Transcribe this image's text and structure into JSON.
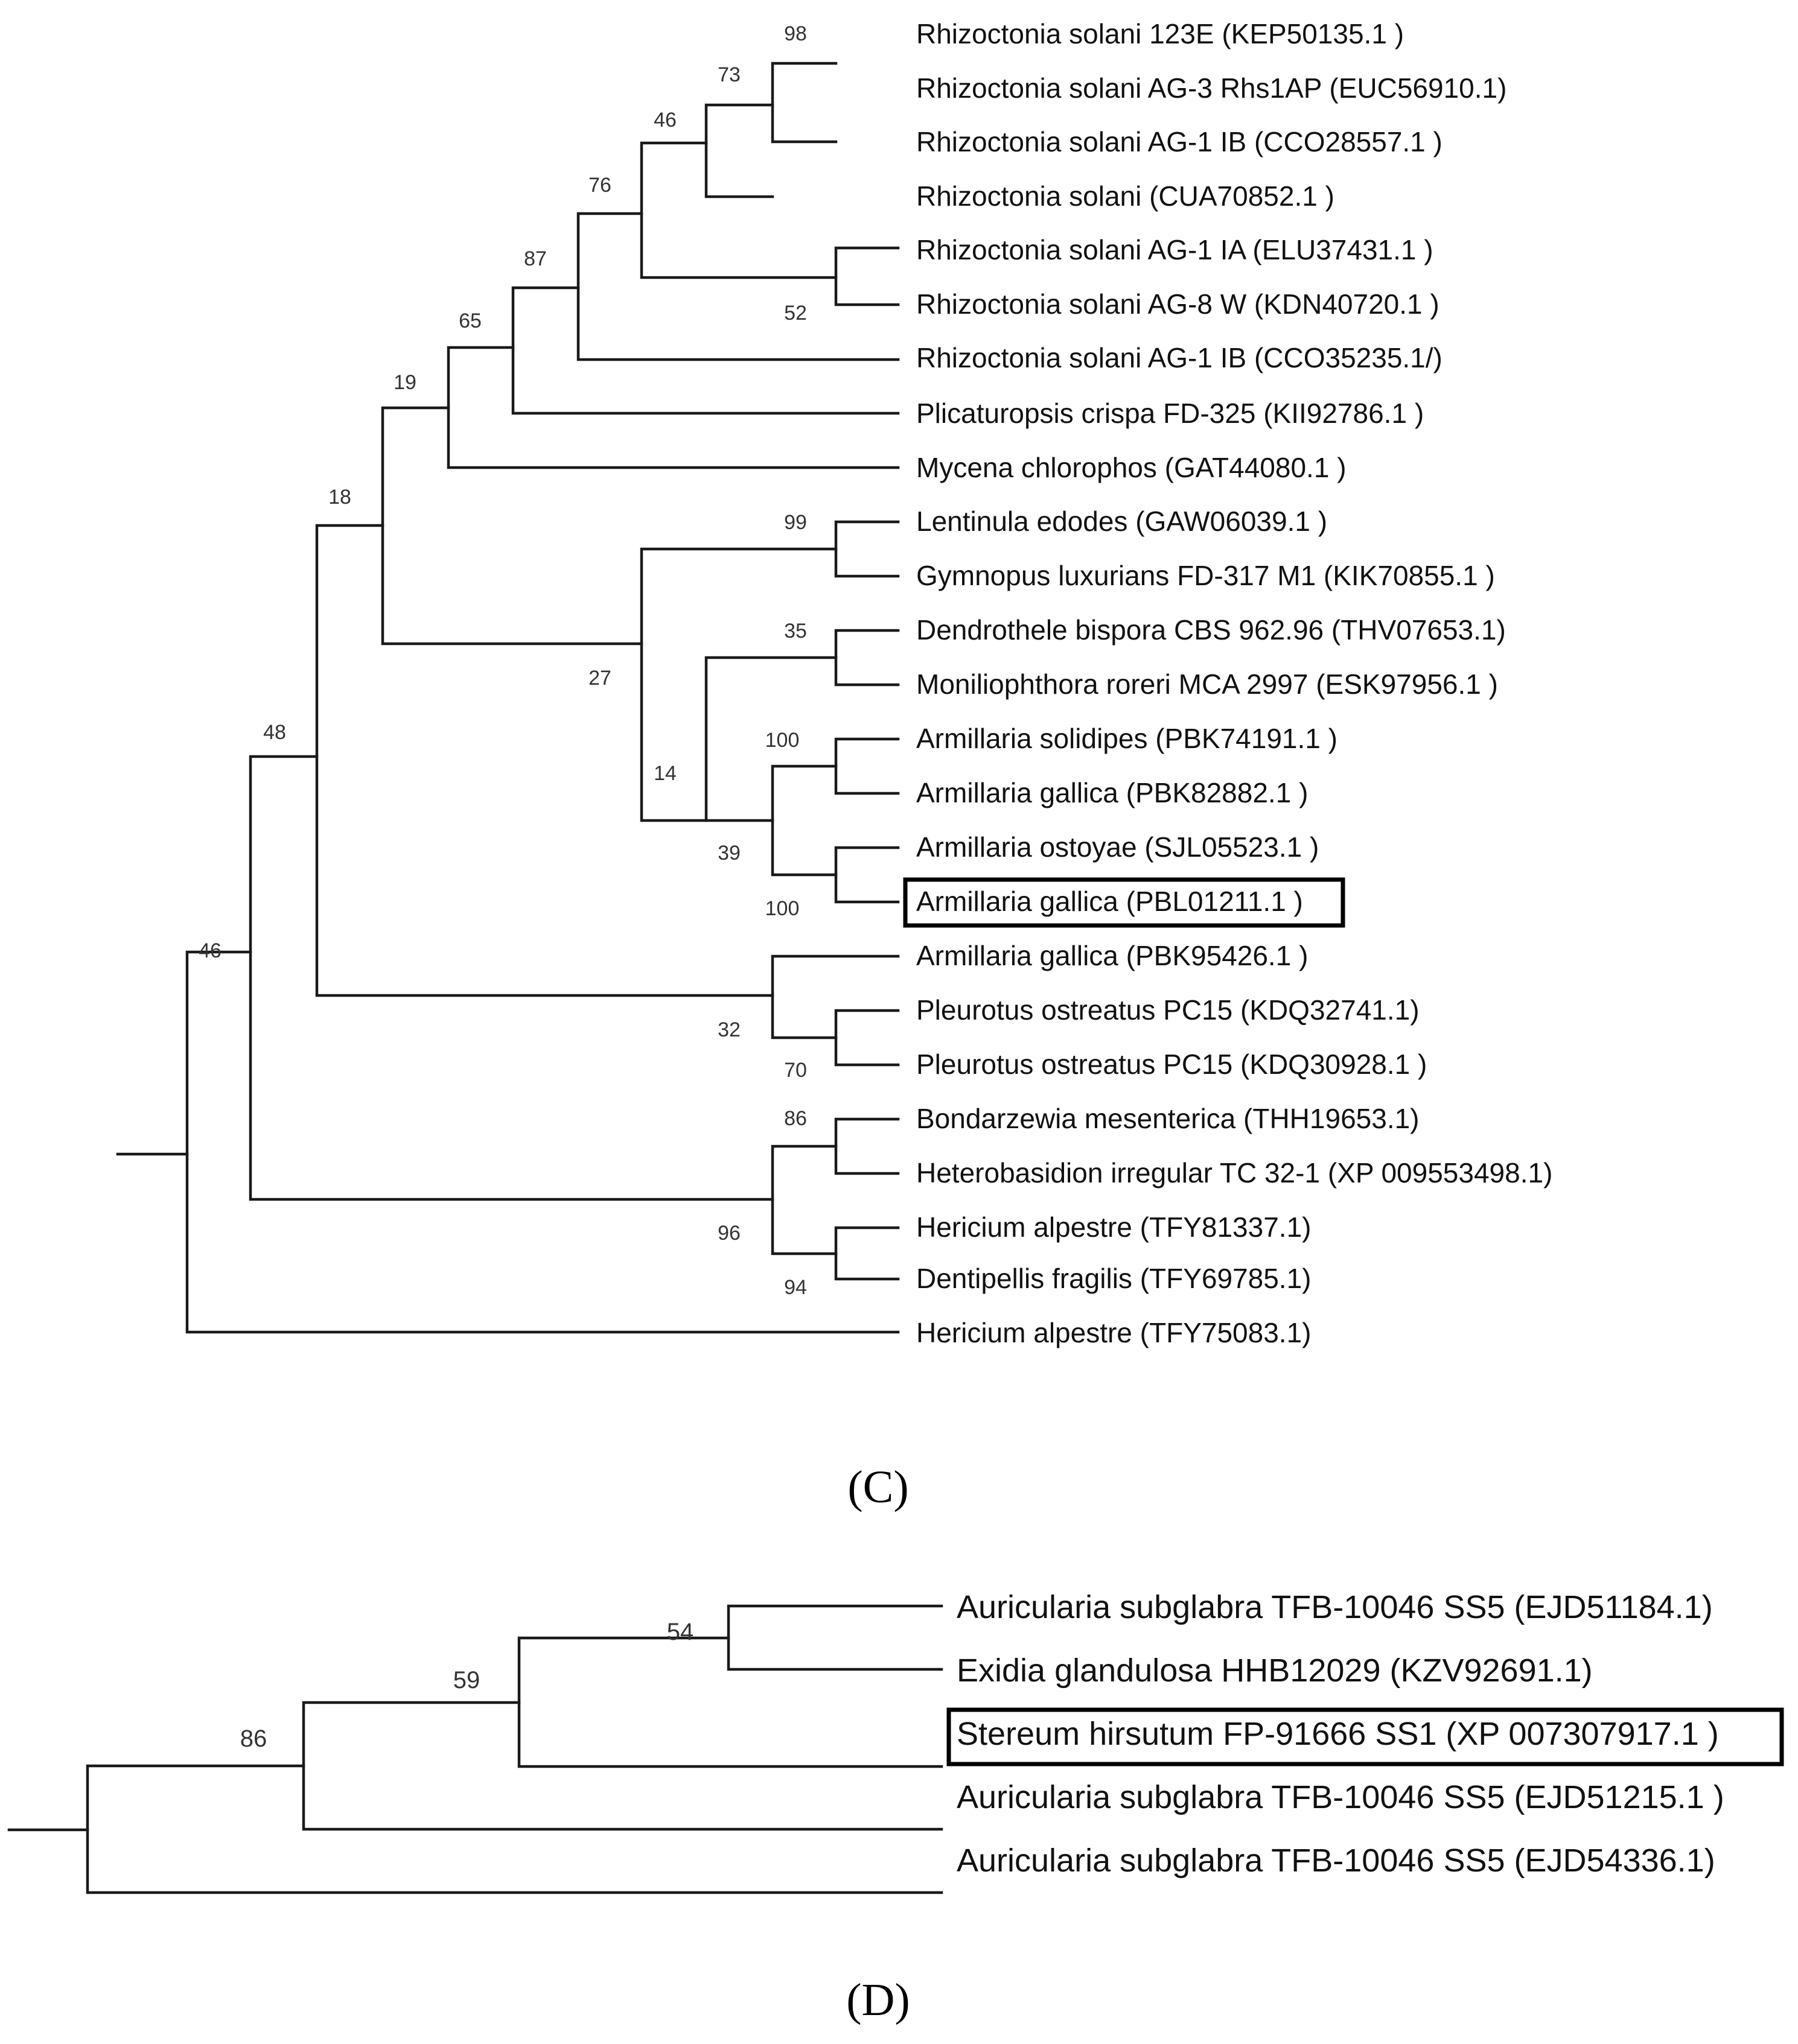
{
  "panels": [
    {
      "label": "(C)",
      "leaves": [
        "Rhizoctonia solani 123E (KEP50135.1 )",
        "Rhizoctonia solani AG-3 Rhs1AP (EUC56910.1)",
        "Rhizoctonia solani AG-1 IB (CCO28557.1 )",
        "Rhizoctonia solani (CUA70852.1 )",
        "Rhizoctonia solani AG-1 IA (ELU37431.1 )",
        "Rhizoctonia solani AG-8 W (KDN40720.1 )",
        "Rhizoctonia solani AG-1 IB (CCO35235.1/)",
        "Plicaturopsis crispa FD-325 (KII92786.1 )",
        "Mycena chlorophos (GAT44080.1 )",
        "Lentinula edodes (GAW06039.1 )",
        "Gymnopus luxurians FD-317 M1 (KIK70855.1 )",
        "Dendrothele bispora CBS 962.96 (THV07653.1)",
        "Moniliophthora roreri MCA 2997 (ESK97956.1 )",
        "Armillaria solidipes (PBK74191.1 )",
        "Armillaria gallica (PBK82882.1 )",
        "Armillaria ostoyae (SJL05523.1 )",
        "Armillaria gallica (PBL01211.1 )",
        "Armillaria gallica (PBK95426.1 )",
        "Pleurotus ostreatus PC15 (KDQ32741.1)",
        "Pleurotus ostreatus PC15 (KDQ30928.1 )",
        "Bondarzewia mesenterica (THH19653.1)",
        "Heterobasidion irregular TC 32-1 (XP 009553498.1)",
        "Hericium alpestre (TFY81337.1)",
        "Dentipellis fragilis (TFY69785.1)",
        "Hericium alpestre (TFY75083.1)"
      ],
      "highlighted_leaf": 16,
      "bootstrap": [
        "98",
        "73",
        "46",
        "76",
        "52",
        "87",
        "65",
        "19",
        "18",
        "99",
        "35",
        "27",
        "14",
        "100",
        "39",
        "100",
        "48",
        "32",
        "70",
        "86",
        "96",
        "94",
        "46"
      ],
      "newick": "((((((((((Rhizoctonia solani 123E,Rhizoctonia solani AG-3 Rhs1AP)98,Rhizoctonia solani AG-1 IB)73,Rhizoctonia solani)46,(Rhizoctonia solani AG-1 IA,Rhizoctonia solani AG-8 W)52)76,Rhizoctonia solani AG-1 IB)87,Plicaturopsis crispa FD-325)65,Mycena chlorophos)19,((Lentinula edodes,Gymnopus luxurians FD-317 M1)99,((Dendrothele bispora CBS 962.96,Moniliophthora roreri MCA 2997)35,((Armillaria solidipes,Armillaria gallica)100,(Armillaria ostoyae,Armillaria gallica)100)39)14)27)18,(Armillaria gallica,(Pleurotus ostreatus PC15,Pleurotus ostreatus PC15)70)32)48,((Bondarzewia mesenterica,Heterobasidion irregular TC 32-1)86,(Hericium alpestre,Dentipellis fragilis)94)96)46,Hericium alpestre)"
    },
    {
      "label": "(D)",
      "leaves": [
        "Auricularia subglabra TFB-10046 SS5 (EJD51184.1)",
        "Exidia glandulosa HHB12029 (KZV92691.1)",
        "Stereum hirsutum FP-91666 SS1 (XP 007307917.1 )",
        "Auricularia subglabra TFB-10046 SS5 (EJD51215.1 )",
        "Auricularia subglabra TFB-10046 SS5 (EJD54336.1)"
      ],
      "highlighted_leaf": 2,
      "bootstrap": [
        "54",
        "59",
        "86"
      ],
      "newick": "((((Auricularia subglabra TFB-10046 SS5,Exidia glandulosa HHB12029)54,Stereum hirsutum FP-91666 SS1)59,Auricularia subglabra TFB-10046 SS5)86,Auricularia subglabra TFB-10046 SS5)"
    }
  ]
}
